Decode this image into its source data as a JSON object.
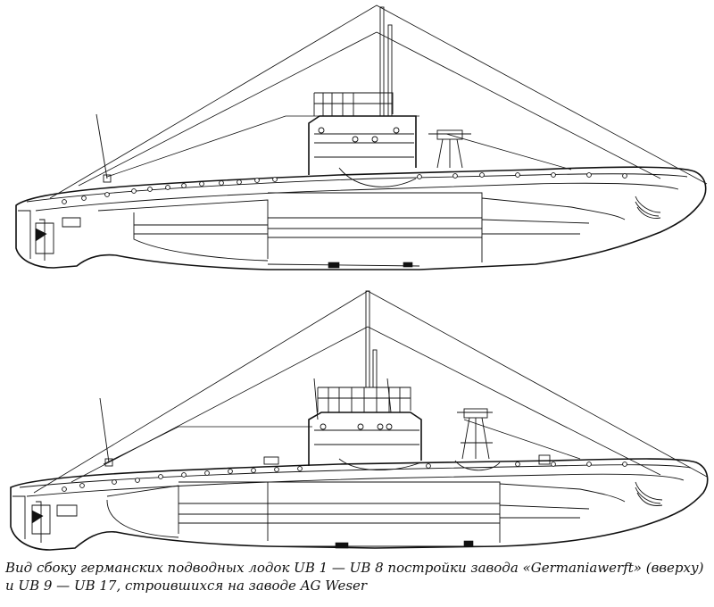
{
  "caption": {
    "line1": "Вид сбоку германских подводных лодок UB 1 — UB 8 постройки завода «Germaniawerft» (вверху)",
    "line2": "и UB 9 — UB 17, строившихся на заводе AG Weser"
  },
  "drawings": [
    {
      "id": "ub1-ub8",
      "position": "top"
    },
    {
      "id": "ub9-ub17",
      "position": "bottom"
    }
  ],
  "colors": {
    "ink": "#111111",
    "paper": "#ffffff"
  }
}
